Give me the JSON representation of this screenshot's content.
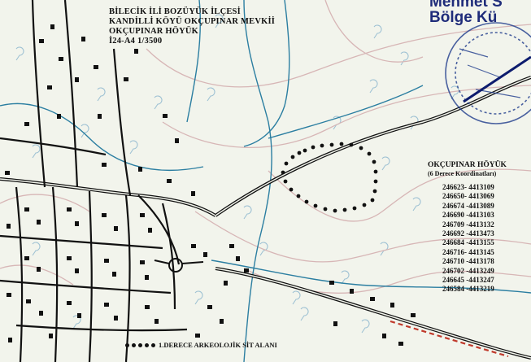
{
  "map": {
    "header_lines": [
      "BİLECİK İLİ BOZÜYÜK İLÇESİ",
      "KANDİLLİ KÖYÜ OKÇUPINAR MEVKİİ",
      "OKÇUPINAR HÖYÜK",
      "İ24-A4   1/3500"
    ],
    "stamp_lines": [
      "Mehmet S",
      "Bölge Kü"
    ],
    "coordinates_title": "OKÇUPINAR HÖYÜK",
    "coordinates_subtitle": "(6 Derece Koordinatları)",
    "coordinates": [
      "246623- 4413109",
      "246650- 4413069",
      "246674 -4413089",
      "246690 -4413103",
      "246709 -4413132",
      "246692 -4413473",
      "246684 -4413155",
      "246716- 4413145",
      "246710 -4413178",
      "246702 -4413249",
      "246645 -4413247",
      "246584 -4413219"
    ],
    "legend_label": "1.DERECE ARKEOLOJİK SİT ALANI",
    "colors": {
      "paper": "#f2f4ec",
      "ink": "#111111",
      "water": "#2b7ea1",
      "contour": "#d7b6b6",
      "stamp": "#1f3c8c",
      "road_red": "#c0392b",
      "vegetation": "#8fb8cf"
    }
  }
}
